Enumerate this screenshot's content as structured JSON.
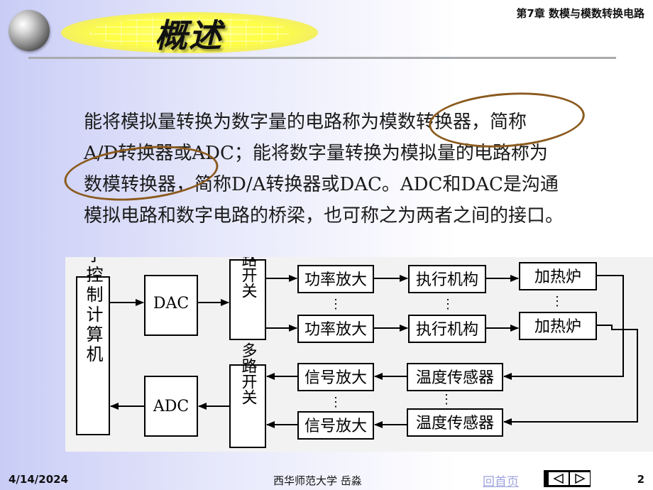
{
  "header": {
    "title": "概述",
    "chapter": "第7章  数模与模数转换电路"
  },
  "body": {
    "lines": [
      "能将模拟量转换为数字量的电路称为模数转换器，简称",
      "A/D转换器或ADC；能将数字量转换为模拟量的电路称为",
      "数模转换器，简称D/A转换器或DAC。ADC和DAC是沟通",
      "模拟电路和数字电路的桥梁，也可称之为两者之间的接口。"
    ]
  },
  "diagram": {
    "computer": "数字控制计算机",
    "dac": "DAC",
    "adc": "ADC",
    "mux_top": "多路开关",
    "mux_bottom": "多路开关",
    "power_amp_1": "功率放大",
    "power_amp_2": "功率放大",
    "actuator_1": "执行机构",
    "actuator_2": "执行机构",
    "furnace_1": "加热炉",
    "furnace_2": "加热炉",
    "signal_amp_1": "信号放大",
    "signal_amp_2": "信号放大",
    "sensor_1": "温度传感器",
    "sensor_2": "温度传感器",
    "ellipsis": "⋮"
  },
  "footer": {
    "date": "4/14/2024",
    "school": "西华师范大学 岳淼",
    "home": "回首页",
    "page": "2"
  }
}
